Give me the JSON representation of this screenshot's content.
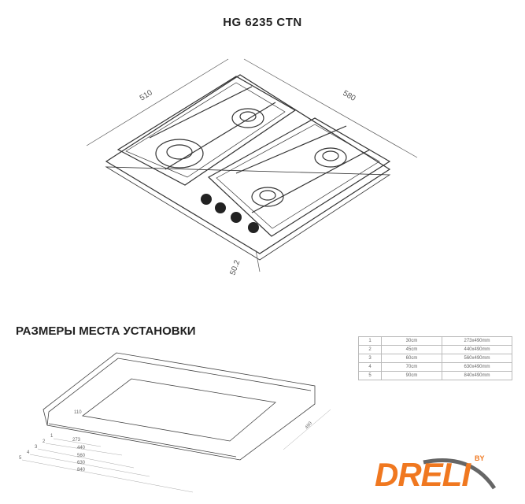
{
  "title": "HG 6235 CTN",
  "top_drawing": {
    "dim_width": "510",
    "dim_depth": "580",
    "dim_height": "50.2"
  },
  "section_title": "РАЗМЕРЫ МЕСТА УСТАНОВКИ",
  "cutout_drawing": {
    "dim_offset": "110",
    "dim_depth": "490",
    "widths": [
      {
        "n": "1",
        "w": "273"
      },
      {
        "n": "2",
        "w": "440"
      },
      {
        "n": "3",
        "w": "560"
      },
      {
        "n": "4",
        "w": "630"
      },
      {
        "n": "5",
        "w": "840"
      }
    ]
  },
  "table": {
    "rows": [
      [
        "1",
        "30cm",
        "273x490mm"
      ],
      [
        "2",
        "45cm",
        "440x490mm"
      ],
      [
        "3",
        "60cm",
        "560x490mm"
      ],
      [
        "4",
        "70cm",
        "630x490mm"
      ],
      [
        "5",
        "90cm",
        "840x490mm"
      ]
    ]
  },
  "logo": {
    "text": "DRELI",
    "by": "BY",
    "color": "#f07820"
  }
}
